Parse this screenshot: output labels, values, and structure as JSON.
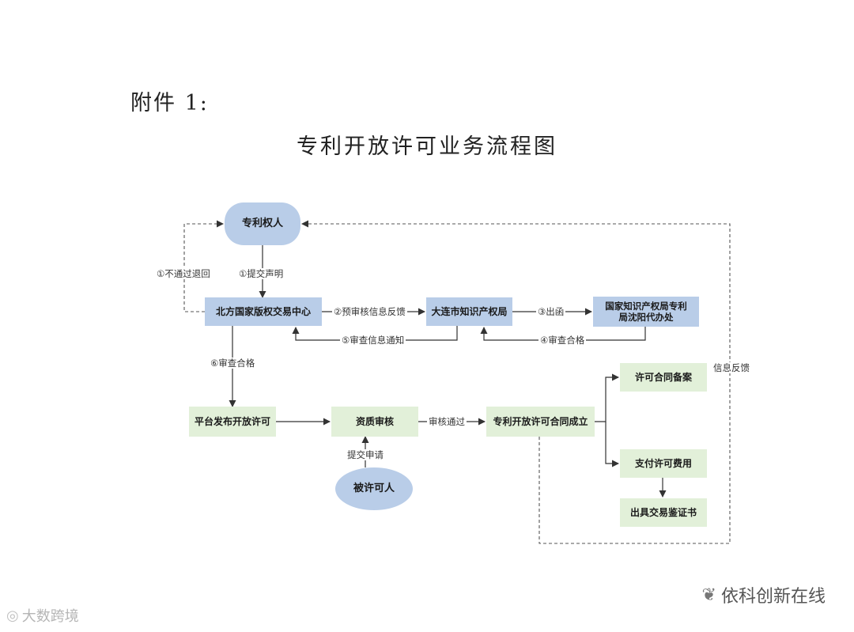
{
  "header": {
    "attachment": "附件 1:",
    "title": "专利开放许可业务流程图"
  },
  "nodes": {
    "patentee": "专利权人",
    "beijing_center": "北方国家版权交易中心",
    "dalian_office": "大连市知识产权局",
    "shenyang_office": "国家知识产权局专利局沈阳代办处",
    "publish": "平台发布开放许可",
    "qualification": "资质审核",
    "contract": "专利开放许可合同成立",
    "record": "许可合同备案",
    "pay": "支付许可费用",
    "certificate": "出具交易鉴证书",
    "licensee": "被许可人"
  },
  "edges": {
    "not_passed_return": "①不通过退回",
    "submit_statement": "①提交声明",
    "pre_review_feedback": "②预审核信息反馈",
    "issue_letter": "③出函",
    "review_passed_4": "④审查合格",
    "review_notice": "⑤审查信息通知",
    "review_passed_6": "⑥审查合格",
    "audit_passed": "审核通过",
    "submit_application": "提交申请",
    "info_feedback": "信息反馈"
  },
  "watermarks": {
    "right": "依科创新在线",
    "left": "大数跨境",
    "right_icon": "wechat-icon",
    "left_icon": "weibo-icon"
  },
  "colors": {
    "blue_node": "#b9cde8",
    "green_node": "#e2f0d9"
  }
}
